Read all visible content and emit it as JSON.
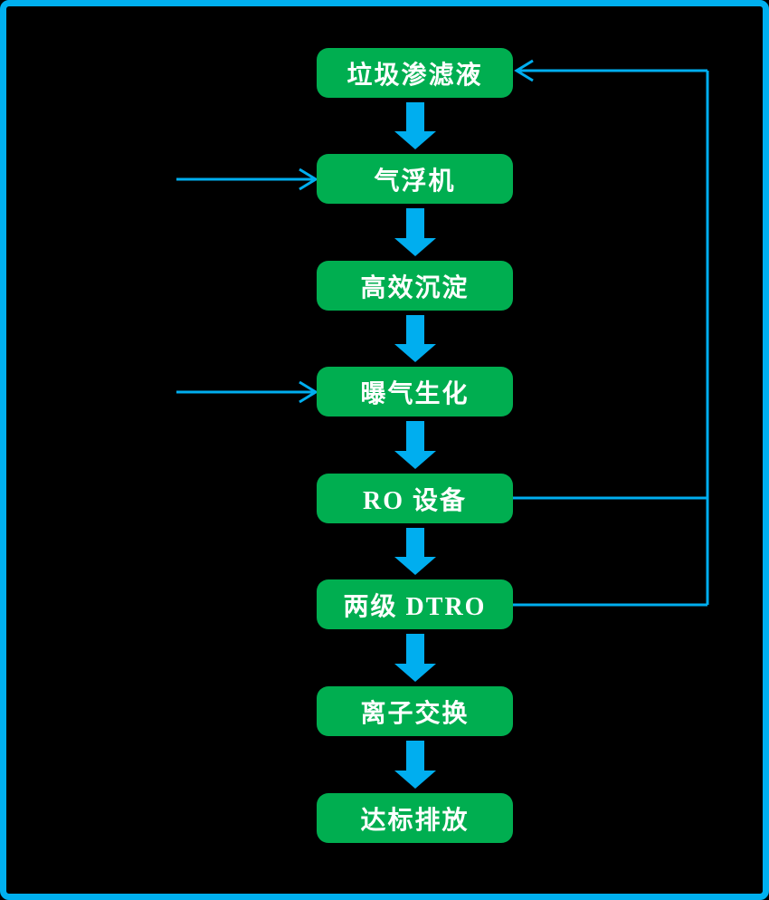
{
  "flowchart": {
    "background_color": "#000000",
    "border_color": "#00B0F0",
    "node_fill_color": "#00AE50",
    "arrow_color": "#00AEEF",
    "text_color": "#FFFFFF",
    "nodes": [
      {
        "id": "leachate",
        "label": "垃圾渗滤液"
      },
      {
        "id": "air-flotation",
        "label": "气浮机"
      },
      {
        "id": "high-efficiency-sedimentation",
        "label": "高效沉淀"
      },
      {
        "id": "aeration-biochemical",
        "label": "曝气生化"
      },
      {
        "id": "ro-equipment",
        "label": "RO 设备"
      },
      {
        "id": "two-stage-dtro",
        "label": "两级 DTRO"
      },
      {
        "id": "ion-exchange",
        "label": "离子交换"
      },
      {
        "id": "compliant-discharge",
        "label": "达标排放"
      }
    ],
    "connections": [
      {
        "from": "leachate",
        "to": "air-flotation",
        "type": "block-arrow-down"
      },
      {
        "from": "air-flotation",
        "to": "high-efficiency-sedimentation",
        "type": "block-arrow-down"
      },
      {
        "from": "high-efficiency-sedimentation",
        "to": "aeration-biochemical",
        "type": "block-arrow-down"
      },
      {
        "from": "aeration-biochemical",
        "to": "ro-equipment",
        "type": "block-arrow-down"
      },
      {
        "from": "ro-equipment",
        "to": "two-stage-dtro",
        "type": "block-arrow-down"
      },
      {
        "from": "two-stage-dtro",
        "to": "ion-exchange",
        "type": "block-arrow-down"
      },
      {
        "from": "ion-exchange",
        "to": "compliant-discharge",
        "type": "block-arrow-down"
      },
      {
        "from": "ro-equipment",
        "to": "leachate",
        "type": "return-line-right"
      },
      {
        "from": "two-stage-dtro",
        "to": "leachate",
        "type": "return-line-right"
      },
      {
        "from": "external-left",
        "to": "air-flotation",
        "type": "input-arrow"
      },
      {
        "from": "external-left",
        "to": "aeration-biochemical",
        "type": "input-arrow"
      }
    ]
  }
}
